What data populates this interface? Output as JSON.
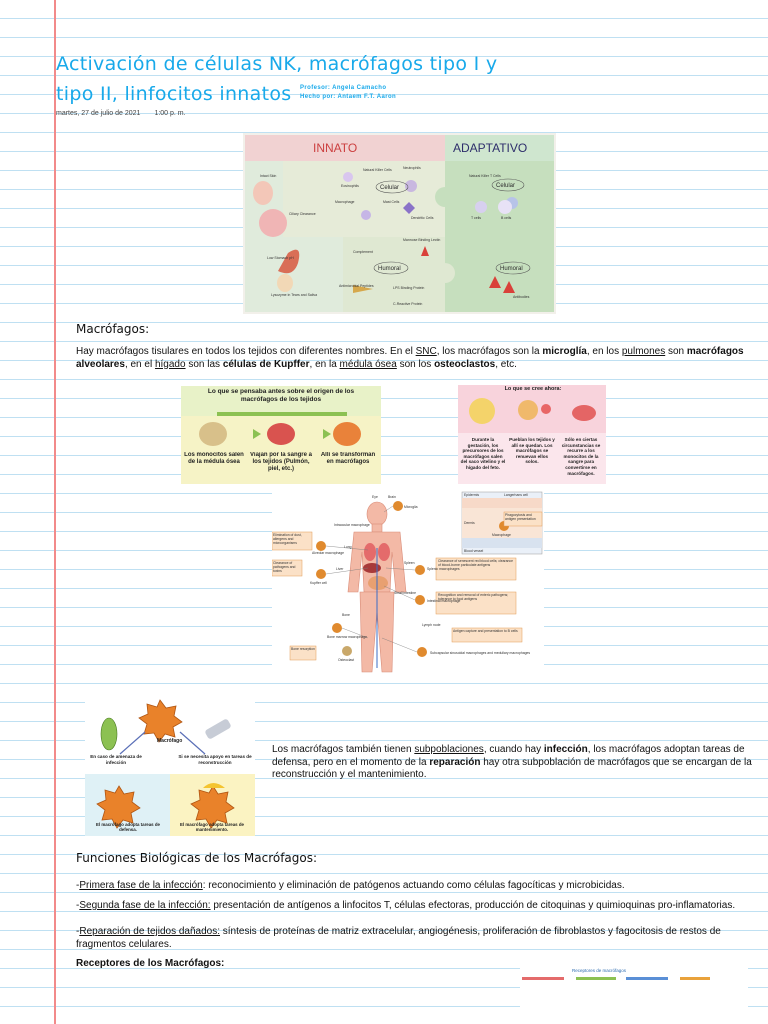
{
  "note": {
    "title_line1": "Activación de células NK, macrófagos tipo I y",
    "title_line2": "tipo II, linfocitos innatos",
    "professor": "Profesor: Angela Camacho",
    "author": "Hecho por: Antaem F.T. Aaron",
    "date": "martes, 27 de julio de 2021",
    "time": "1:00 p. m."
  },
  "figure_immunity": {
    "innate_label": "INNATO",
    "adaptive_label": "ADAPTATIVO",
    "cellular_left": "Celular",
    "humoral_left": "Humoral",
    "cellular_right": "Celular",
    "humoral_right": "Humoral",
    "intact_skin": "Intact Skin",
    "ciliary": "Ciliary Clearance",
    "low_stomach": "Low Stomach pH",
    "lysozyme": "Lysozyme in Tears and Saliva",
    "eosinophils": "Eosinophils",
    "nk": "Natural Killer Cells",
    "neutrophils": "Neutrophils",
    "macrophage": "Macrophage",
    "mast": "Mast Cells",
    "dendritic": "Dendritic Cells",
    "nkt": "Natural Killer T Cells",
    "t_cells": "T cells",
    "b_cells": "B cells",
    "complement": "Complement",
    "mbl": "Mannose Binding Lectin",
    "amp": "Antimicrobial Peptides",
    "lps": "LPS Binding Protein",
    "crp": "C-Reactive Protein",
    "antibodies": "Antibodies"
  },
  "macrofagos": {
    "heading": "Macrófagos:",
    "p1_a": "Hay macrófagos tisulares en todos los tejidos con diferentes nombres. En el ",
    "snc": "SNC",
    "p1_b": ", los macrófagos son la ",
    "microglia": "microglía",
    "p1_c": ", en los ",
    "pulmones": "pulmones",
    "p1_d": " son ",
    "alveolares": "macrófagos alveolares",
    "p1_e": ", en el ",
    "higado": "hígado",
    "p1_f": " son las ",
    "kupffer": "células de Kupffer",
    "p1_g": ", en la ",
    "medula": "médula ósea",
    "p1_h": " son los ",
    "osteoclastos": "osteoclastos",
    "p1_i": ", etc."
  },
  "figure_origin": {
    "title": "Lo que se pensaba antes sobre el origen de los macrófagos de los tejidos",
    "step1": "Los monocitos salen de la médula ósea",
    "step2": "Viajan por la sangre a los tejidos (Pulmón, piel, etc.)",
    "step3": "Allí se transforman en macrófagos"
  },
  "figure_now": {
    "title": "Lo que se cree ahora:",
    "col1": "Durante la gestación, los precursores de los macrófagos salen del saco vitelino y el hígado del feto.",
    "col2": "Pueblan los tejidos y allí se quedan. Los macrófagos se renuevan ellos solos.",
    "col3": "Sólo en ciertas circunstancias se recurre a los monocitos de la sangre para convertirse en macrófagos."
  },
  "figure_body": {
    "eye": "Eye",
    "brain": "Brain",
    "microglia": "Microglia",
    "intraocular": "Intraocular macrophage",
    "lung": "Lung",
    "alveolar": "Alveolar macrophage",
    "box_lung": "Elimination of dust, allergens and microorganisms",
    "liver": "Liver",
    "kupffer": "Kupffer cell",
    "box_liver": "Clearance of pathogens and toxins",
    "bone": "Bone",
    "bone_marrow": "Bone marrow macrophage",
    "osteoclast": "Osteoclast",
    "box_bone": "Bone resorption",
    "spleen": "Spleen",
    "splenic": "Splenic macrophages",
    "small_intestine": "Small intestine",
    "intestinal": "Intestinal macrophage",
    "lymph": "Lymph node",
    "subcapsular": "Subcapsular sinusoidal macrophages and medullary macrophages",
    "box_lymph": "Antigen capture and presentation to B cells",
    "box_spleen": "Clearance of senescent red blood cells; clearance of blood-borne particulate antigens",
    "box_intestine": "Recognition and removal of enteric pathogens; tolerance to food antigens",
    "epidermis": "Epidermis",
    "langerhans": "Langerhans cell",
    "dermis": "Dermis",
    "skin_macrophage": "Macrophage",
    "blood_vessel": "Blood vessel",
    "box_skin": "Phagocytosis and antigen presentation"
  },
  "subpoblaciones": {
    "fig_macrofago": "Macrófago",
    "fig_infeccion": "En caso de amenaza de infección",
    "fig_reconstruccion": "Si se necesita apoyo en tareas de reconstrucción",
    "fig_defensa": "El macrófago adopta tareas de defensa.",
    "fig_mantenimiento": "El macrófago adopta tareas de mantenimiento.",
    "p_a": "Los macrófagos también tienen ",
    "sub": "subpoblaciones",
    "p_b": ", cuando hay ",
    "infeccion": "infección",
    "p_c": ", los macrófagos adoptan tareas de defensa, pero en el momento de la ",
    "reparacion": "reparación",
    "p_d": " hay otra subpoblación de macrófagos que se encargan de la reconstrucción y el mantenimiento."
  },
  "funciones": {
    "heading": "Funciones Biológicas de los Macrófagos:",
    "f1_label": "Primera fase de la infección",
    "f1_text": ": reconocimiento y eliminación de patógenos actuando como células fagocíticas y microbicidas.",
    "f2_label": "Segunda fase de la infección:",
    "f2_text": " presentación de antígenos a linfocitos T, células efectoras, producción de citoquinas y quimioquinas pro-inflamatorias.",
    "f3_label": "Reparación de tejidos dañados:",
    "f3_text": " síntesis de proteínas de matriz extracelular, angiogénesis, proliferación de fibroblastos y fagocitosis de restos de fragmentos celulares.",
    "receptores": "Receptores de los Macrófagos:",
    "receptores_fig": "Receptores de macrófagos"
  }
}
